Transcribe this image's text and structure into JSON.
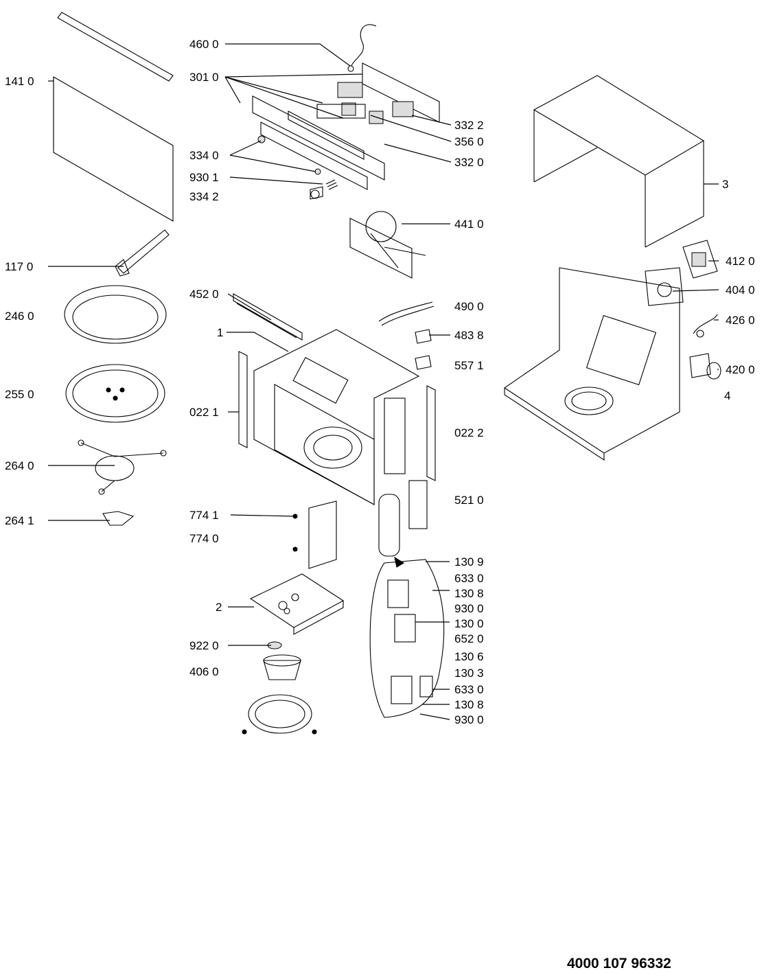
{
  "document_number": "4000 107 96332",
  "labels": {
    "l_460_0": "460 0",
    "l_301_0": "301 0",
    "l_141_0": "141 0",
    "l_332_2": "332 2",
    "l_356_0": "356 0",
    "l_334_0": "334 0",
    "l_332_0": "332 0",
    "l_930_1": "930 1",
    "l_334_2": "334 2",
    "l_3": "3",
    "l_441_0": "441 0",
    "l_117_0": "117 0",
    "l_412_0": "412 0",
    "l_404_0": "404 0",
    "l_452_0": "452 0",
    "l_490_0": "490 0",
    "l_246_0": "246 0",
    "l_426_0": "426 0",
    "l_1": "1",
    "l_483_8": "483 8",
    "l_557_1": "557 1",
    "l_420_0": "420 0",
    "l_255_0": "255 0",
    "l_4": "4",
    "l_022_1": "022 1",
    "l_022_2": "022 2",
    "l_264_0": "264 0",
    "l_521_0": "521 0",
    "l_264_1": "264 1",
    "l_774_1": "774 1",
    "l_774_0": "774 0",
    "l_130_9": "130 9",
    "l_633_0_a": "633 0",
    "l_130_8_a": "130 8",
    "l_2": "2",
    "l_930_0_a": "930 0",
    "l_130_0": "130 0",
    "l_652_0": "652 0",
    "l_922_0": "922 0",
    "l_130_6": "130 6",
    "l_406_0": "406 0",
    "l_130_3": "130 3",
    "l_633_0_b": "633 0",
    "l_130_8_b": "130 8",
    "l_930_0_b": "930 0"
  }
}
